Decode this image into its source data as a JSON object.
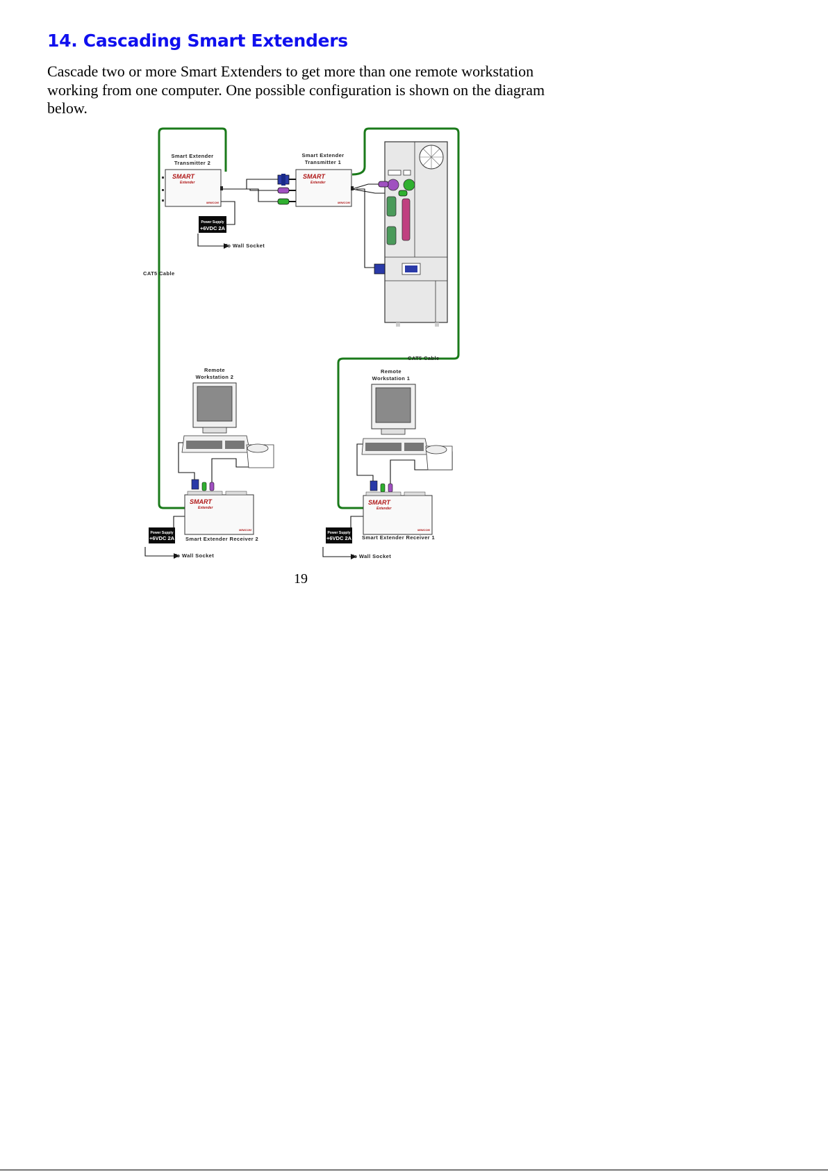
{
  "heading": "14. Cascading Smart Extenders",
  "paragraph": "Cascade two or more Smart Extenders to get more than one remote workstation working from one computer. One possible configuration is shown on the diagram below.",
  "page_number": "19",
  "diagram": {
    "transmitter2": "Smart Extender\nTransmitter 2",
    "transmitter1": "Smart Extender\nTransmitter 1",
    "workstation2": "Remote\nWorkstation 2",
    "workstation1": "Remote\nWorkstation 1",
    "receiver2": "Smart Extender  Receiver 2",
    "receiver1": "Smart Extender Receiver 1",
    "cat5_left": "CAT5 Cable",
    "cat5_right": "CAT5 Cable",
    "power_supply_title": "Power Supply",
    "power_supply_rating": "+6VDC 2A",
    "wall_socket": "To Wall Socket",
    "device_brand": "SMART",
    "device_subbrand": "Extender",
    "colors": {
      "cable_cat5": "#1a7a1a",
      "heading": "#1010ee",
      "vga": "#2a3aa8",
      "ps2_keyboard": "#a050c0",
      "ps2_mouse": "#30b030",
      "brand": "#b01818"
    }
  }
}
